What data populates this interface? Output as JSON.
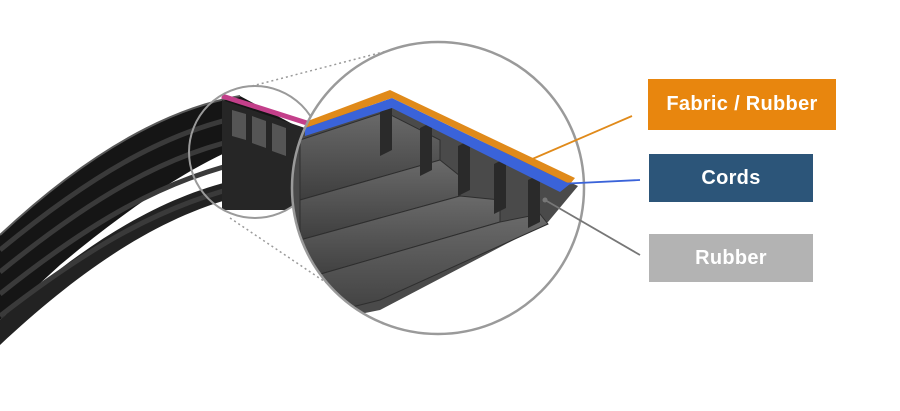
{
  "labels": {
    "fabric": {
      "text": "Fabric / Rubber",
      "color": "#e8860e"
    },
    "cords": {
      "text": "Cords",
      "color": "#2c5579"
    },
    "rubber": {
      "text": "Rubber",
      "color": "#b3b3b3"
    }
  },
  "colors": {
    "belt_dark": "#1b1b1b",
    "belt_rib": "#5a5a5a",
    "cord_blue": "#3a63d9",
    "fabric_orange": "#e08a1a",
    "magnifier_ring": "#9a9a9a"
  }
}
